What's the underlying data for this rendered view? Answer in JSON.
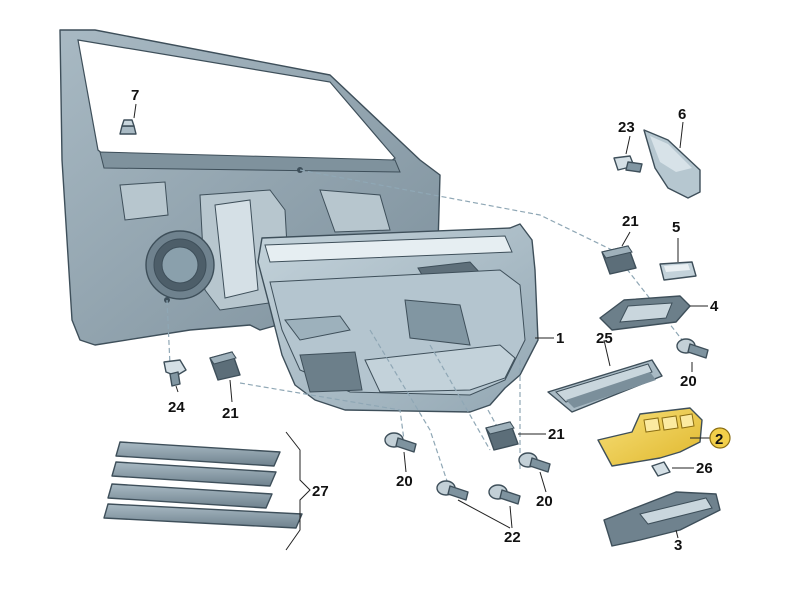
{
  "callouts": {
    "c1": "1",
    "c2": "2",
    "c3": "3",
    "c4": "4",
    "c5": "5",
    "c6": "6",
    "c7": "7",
    "c20a": "20",
    "c20b": "20",
    "c20c": "20",
    "c21a": "21",
    "c21b": "21",
    "c21c": "21",
    "c22": "22",
    "c23": "23",
    "c24": "24",
    "c25": "25",
    "c26": "26",
    "c27": "27"
  },
  "colors": {
    "highlight_part": "#f2cf4a",
    "panel_fill": "#a9bcc6",
    "frame_fill": "#8ea2ae"
  }
}
